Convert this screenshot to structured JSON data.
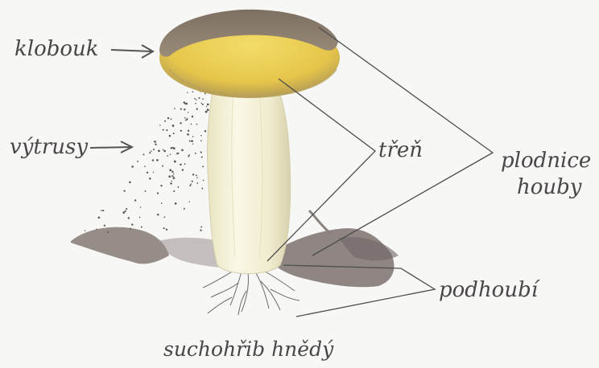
{
  "labels": {
    "cap": "klobouk",
    "spores": "výtrusy",
    "stem": "třeň",
    "fruiting_body_line1": "plodnice",
    "fruiting_body_line2": "houby",
    "mycelium": "podhoubí"
  },
  "caption": "suchohřib hnědý",
  "colors": {
    "cap_top": "#8a7b6a",
    "cap_underside": "#e7c94a",
    "stem": "#f1eed2",
    "soil": "#7f7470",
    "line": "#4d4d4d",
    "text": "#4a4648"
  }
}
